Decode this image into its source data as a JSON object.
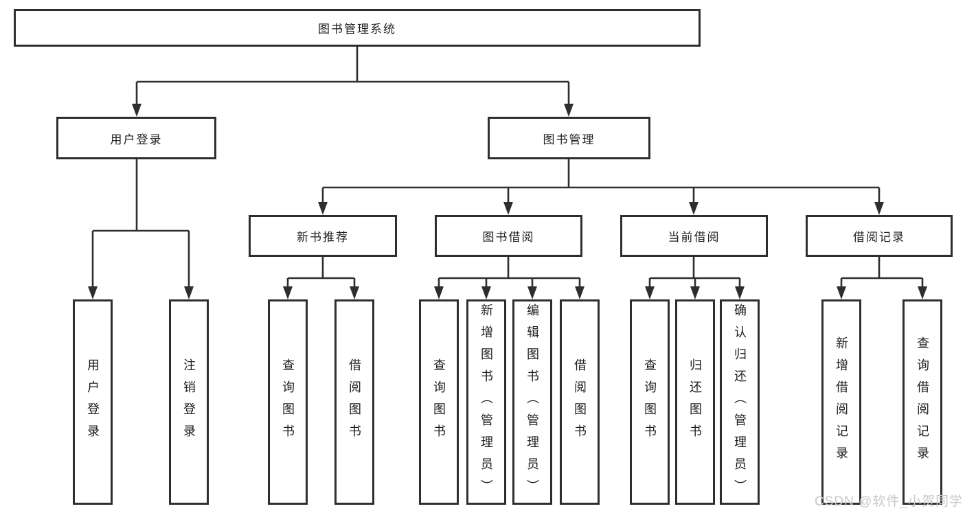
{
  "tree": {
    "root": {
      "label": "图书管理系统"
    },
    "user_login": {
      "label": "用户登录",
      "children": [
        {
          "label": "用户登录"
        },
        {
          "label": "注销登录"
        }
      ]
    },
    "book_mgmt": {
      "label": "图书管理",
      "groups": [
        {
          "label": "新书推荐",
          "children": [
            {
              "label": "查询图书"
            },
            {
              "label": "借阅图书"
            }
          ]
        },
        {
          "label": "图书借阅",
          "children": [
            {
              "label": "查询图书"
            },
            {
              "label": "新增图书（管理员）"
            },
            {
              "label": "编辑图书（管理员）"
            },
            {
              "label": "借阅图书"
            }
          ]
        },
        {
          "label": "当前借阅",
          "children": [
            {
              "label": "查询图书"
            },
            {
              "label": "归还图书"
            },
            {
              "label": "确认归还（管理员）"
            }
          ]
        },
        {
          "label": "借阅记录",
          "children": [
            {
              "label": "新增借阅记录"
            },
            {
              "label": "查询借阅记录"
            }
          ]
        }
      ]
    }
  },
  "watermark": {
    "text": "CSDN @软件_小贺同学"
  },
  "colors": {
    "background": "#ffffff",
    "line": "#2e2e2e",
    "box_border": "#2e2e2e",
    "text": "#1d1d1f",
    "watermark": "#c8c8c8"
  }
}
